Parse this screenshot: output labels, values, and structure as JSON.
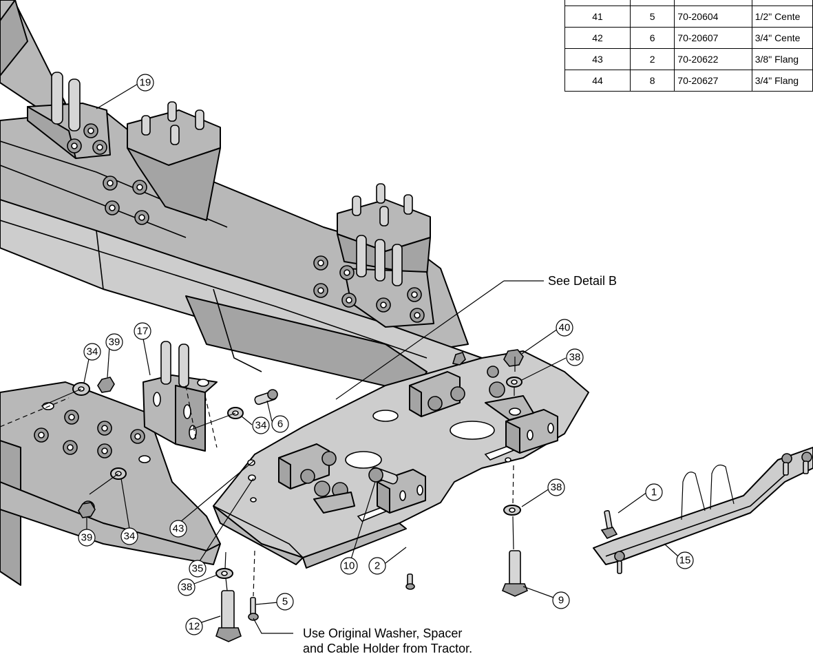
{
  "parts_table": {
    "rows": [
      {
        "item": "41",
        "qty": "5",
        "part_number": "70-20604",
        "description": "1/2\" Cente"
      },
      {
        "item": "42",
        "qty": "6",
        "part_number": "70-20607",
        "description": "3/4\" Cente"
      },
      {
        "item": "43",
        "qty": "2",
        "part_number": "70-20622",
        "description": "3/8\" Flang"
      },
      {
        "item": "44",
        "qty": "8",
        "part_number": "70-20627",
        "description": "3/4\" Flang"
      }
    ]
  },
  "balloons": {
    "b19": "19",
    "b17": "17",
    "b34a": "34",
    "b39a": "39",
    "b34b": "34",
    "b6": "6",
    "b40": "40",
    "b38a": "38",
    "b38b": "38",
    "b1": "1",
    "b15": "15",
    "b39b": "39",
    "b34c": "34",
    "b43": "43",
    "b35": "35",
    "b10": "10",
    "b2": "2",
    "b9": "9",
    "b38c": "38",
    "b12": "12",
    "b5": "5"
  },
  "notes": {
    "detail_b": "See Detail B",
    "original_line1": "Use Original Washer, Spacer",
    "original_line2": "and Cable Holder from Tractor."
  }
}
